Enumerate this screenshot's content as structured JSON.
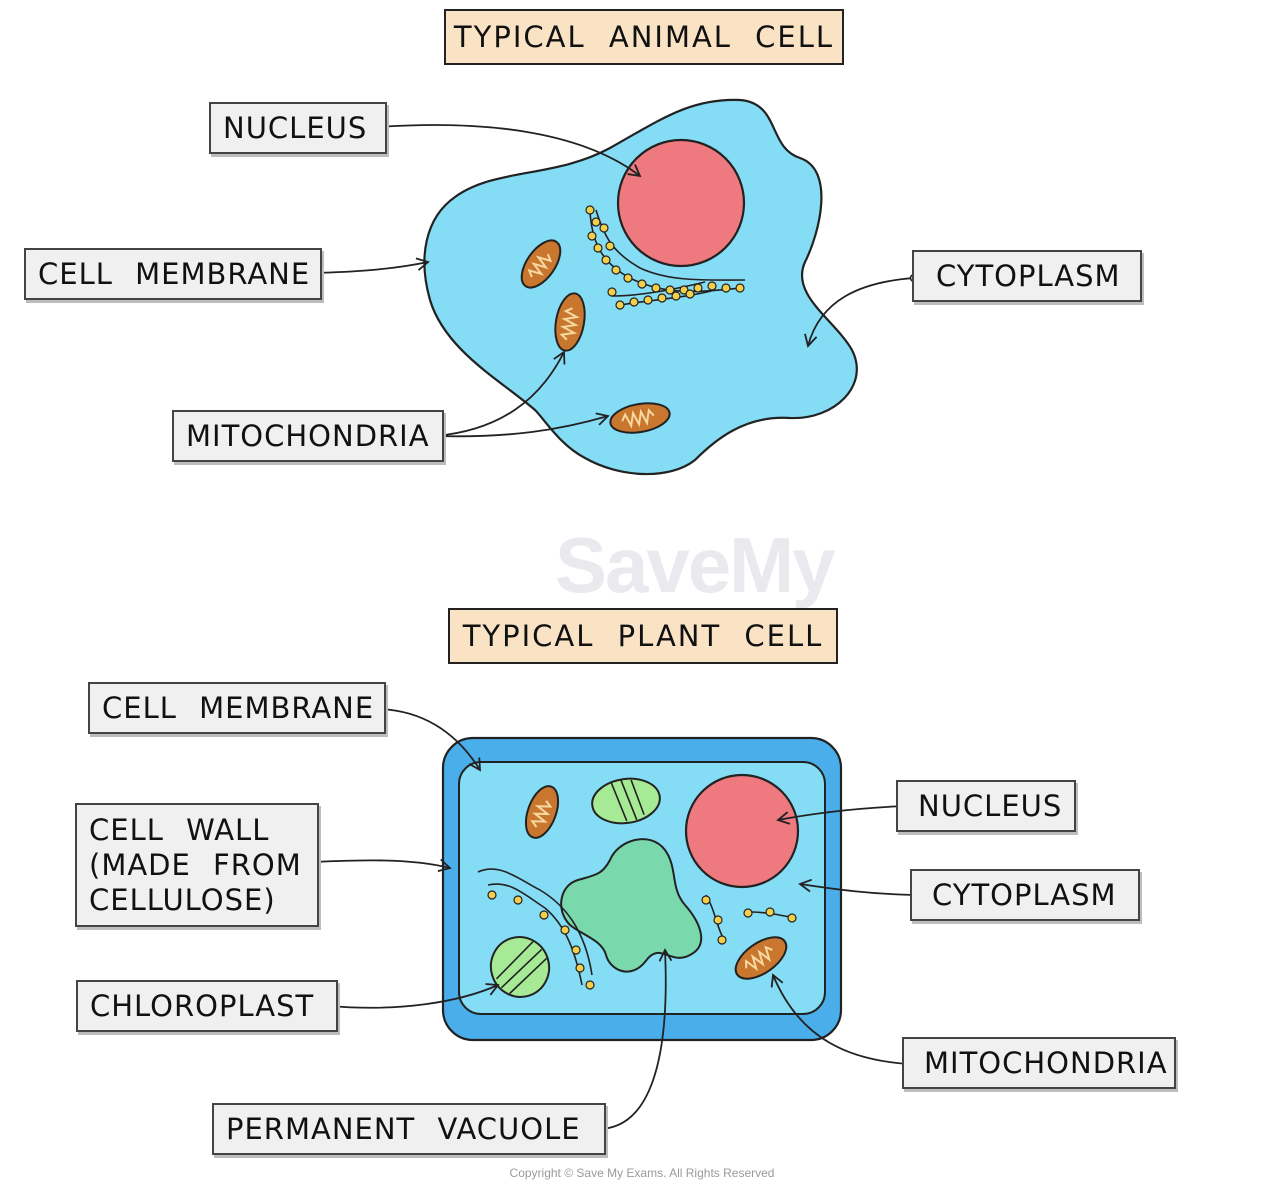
{
  "animal_cell": {
    "title": "TYPICAL ANIMAL CELL",
    "labels": {
      "nucleus": "NUCLEUS",
      "cell_membrane": "CELL MEMBRANE",
      "cytoplasm": "CYTOPLASM",
      "mitochondria": "MITOCHONDRIA"
    }
  },
  "plant_cell": {
    "title": "TYPICAL PLANT CELL",
    "labels": {
      "cell_membrane": "CELL MEMBRANE",
      "cell_wall_line1": "CELL WALL",
      "cell_wall_line2": "(MADE FROM",
      "cell_wall_line3": "CELLULOSE)",
      "chloroplast": "CHLOROPLAST",
      "permanent_vacuole": "PERMANENT VACUOLE",
      "nucleus": "NUCLEUS",
      "cytoplasm": "CYTOPLASM",
      "mitochondria": "MITOCHONDRIA"
    }
  },
  "watermark": "SaveMy",
  "copyright": "Copyright © Save My Exams. All Rights Reserved",
  "colors": {
    "cytoplasm": "#85dcf5",
    "cell_wall": "#4aaeea",
    "nucleus": "#ee7a80",
    "mitochondria": "#c9772f",
    "chloroplast": "#a6ea96",
    "vacuole": "#7ad9ac",
    "ribosome": "#f4d04a",
    "title_bg": "#fae3c5",
    "tag_bg": "#f0f0f0"
  }
}
